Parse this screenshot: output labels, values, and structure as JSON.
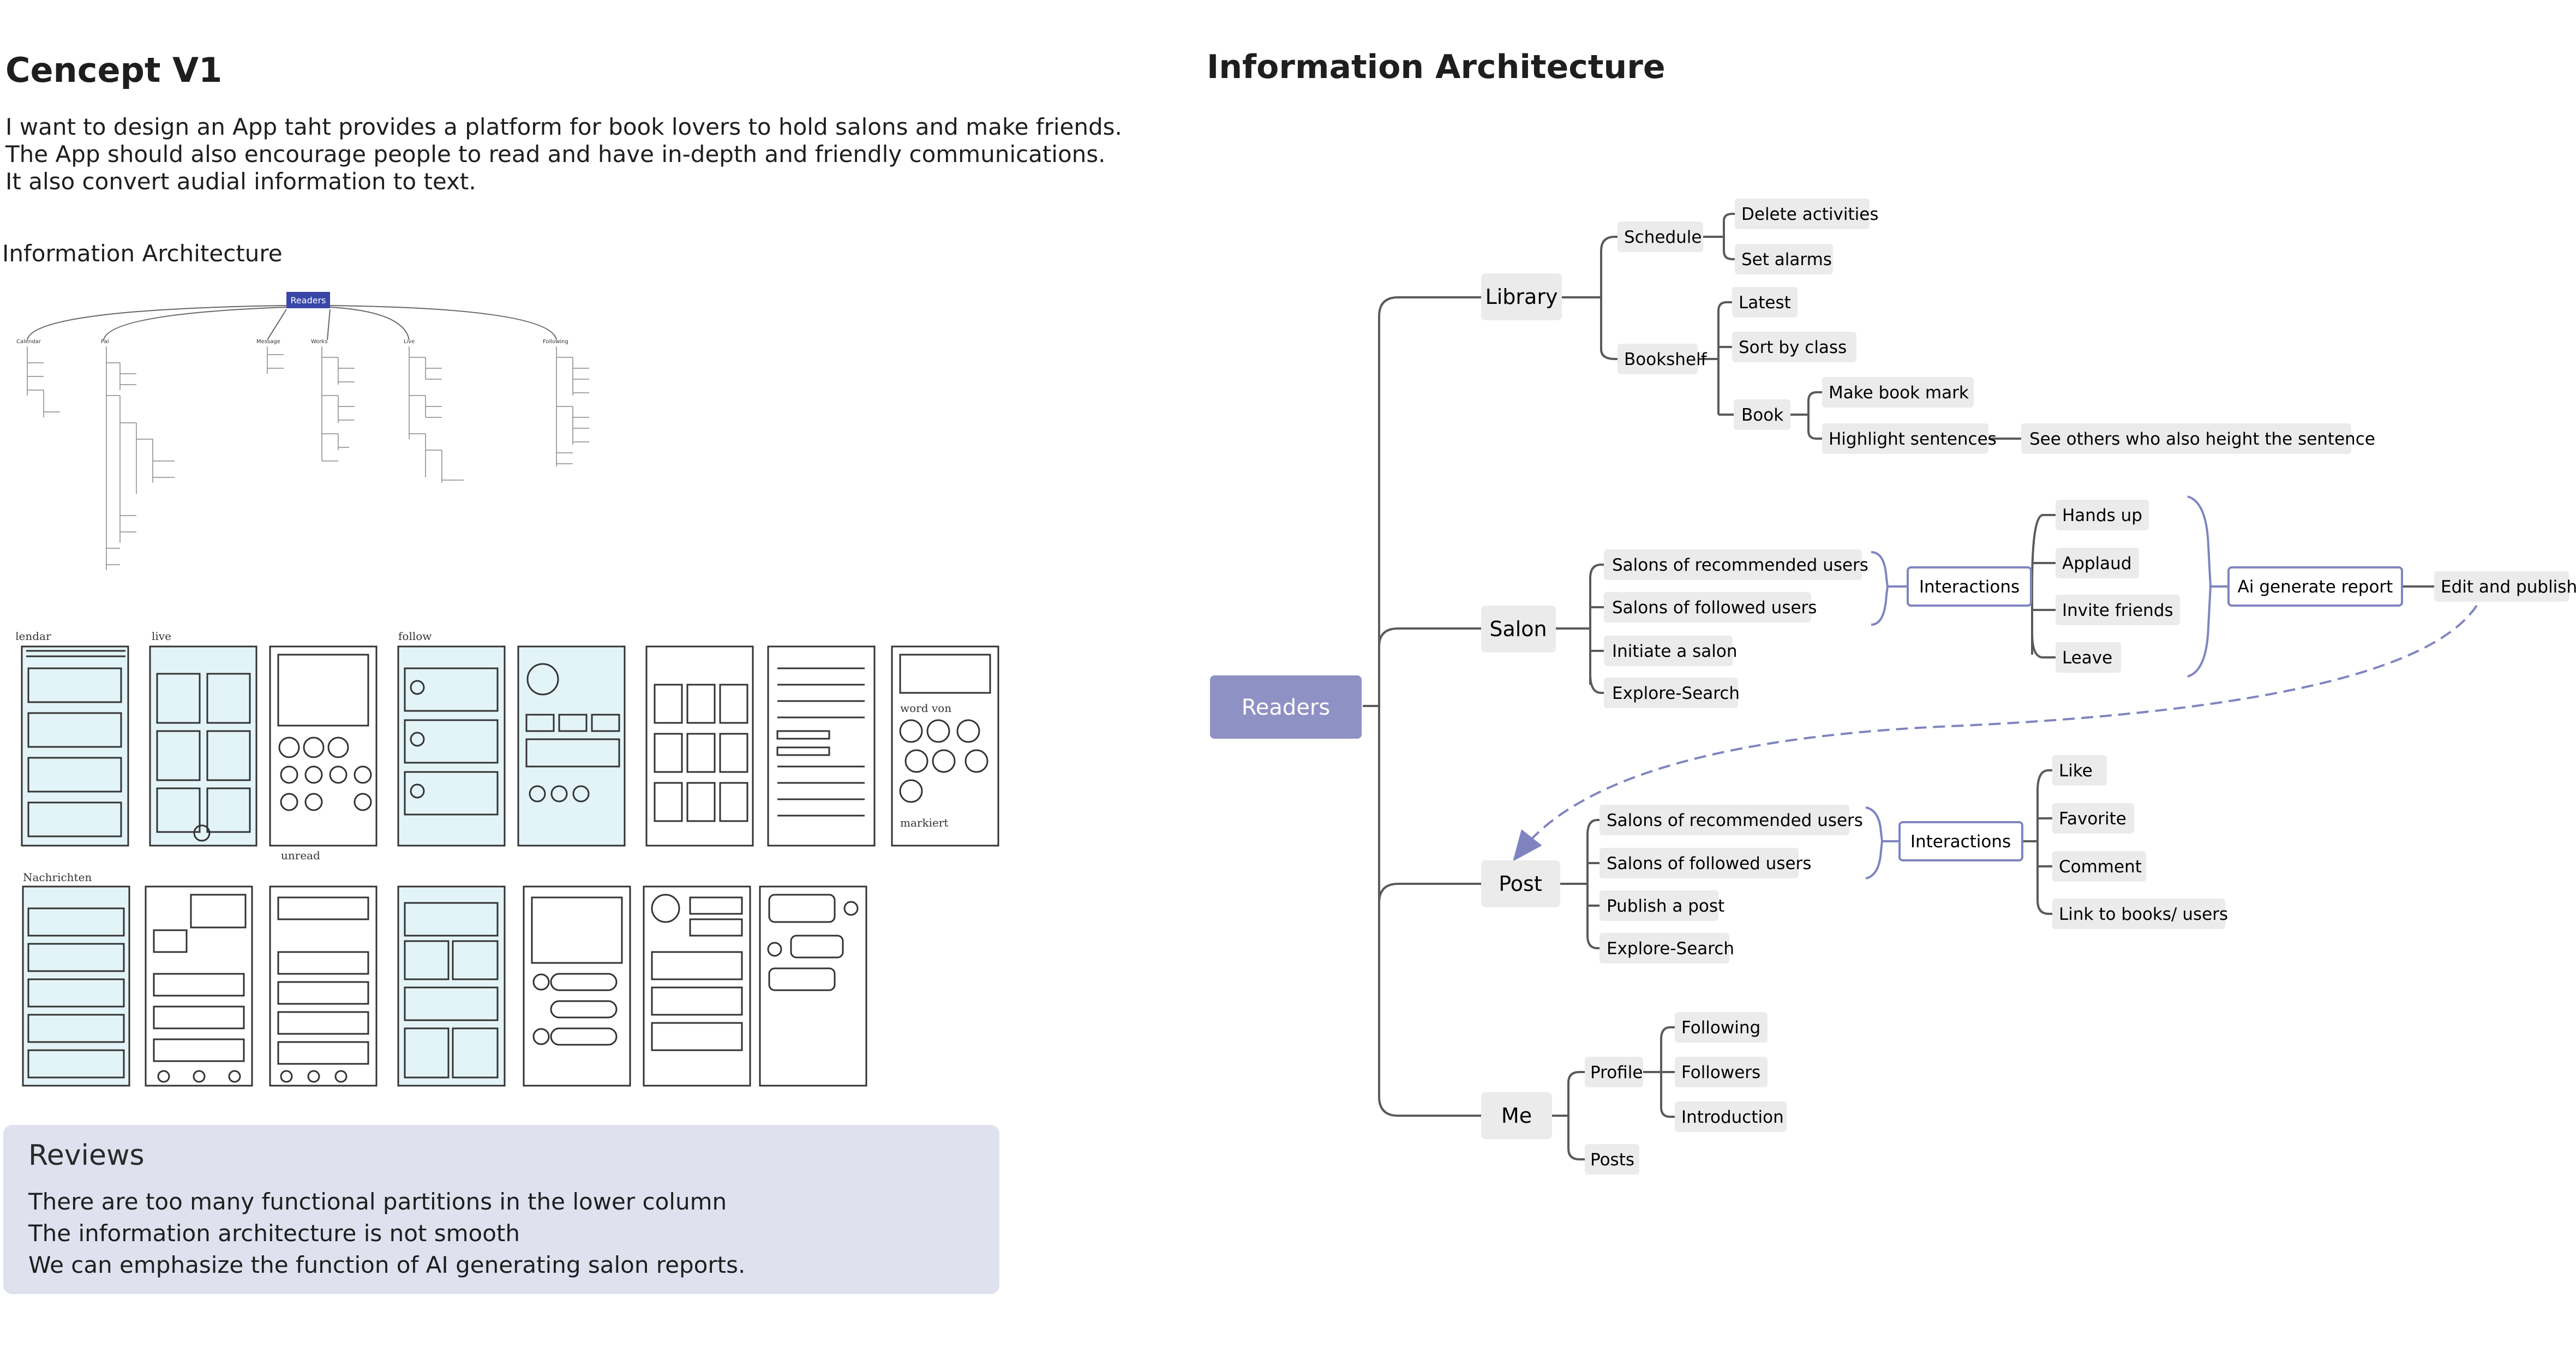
{
  "concept": {
    "title": "Cencept V1",
    "description": [
      "I want to design an App taht provides a platform for book lovers to hold salons and make friends.",
      "The App should also encourage people to read and have in-depth and friendly communications.",
      "It also convert audial information to text."
    ],
    "ia_small_title": "Information Architecture",
    "mini_ia_root": "Readers",
    "mini_ia_branches": [
      "Calendar",
      "Pal",
      "Message",
      "Works",
      "Live",
      "Following"
    ],
    "sketch_labels": [
      "calendar",
      "live",
      "follow",
      "word von",
      "markiert",
      "unread",
      "Nachrichten"
    ]
  },
  "reviews": {
    "title": "Reviews",
    "lines": [
      "There are too many functional partitions in the lower column",
      "The information architecture is not smooth",
      "We can emphasize the function of AI generating salon reports."
    ]
  },
  "ia": {
    "title": "Information Architecture",
    "root": "Readers",
    "library": {
      "label": "Library",
      "schedule": "Schedule",
      "delete_activities": "Delete activities",
      "set_alarms": "Set alarms",
      "bookshelf": "Bookshelf",
      "latest": "Latest",
      "sort_by_class": "Sort by class",
      "book": "Book",
      "make_book_mark": "Make book mark",
      "highlight_sentences": "Highlight sentences",
      "see_others": "See others who also height the sentence"
    },
    "salon": {
      "label": "Salon",
      "items": [
        "Salons of recommended users",
        "Salons of followed users",
        "Initiate a salon",
        "Explore-Search"
      ],
      "interactions": "Interactions",
      "interaction_items": [
        "Hands up",
        "Applaud",
        "Invite friends",
        "Leave"
      ],
      "ai_report": "Ai generate report",
      "edit_publish": "Edit and publish"
    },
    "post": {
      "label": "Post",
      "items": [
        "Salons of recommended users",
        "Salons of followed users",
        "Publish a post",
        "Explore-Search"
      ],
      "interactions": "Interactions",
      "interaction_items": [
        "Like",
        "Favorite",
        "Comment",
        "Link to books/ users"
      ]
    },
    "me": {
      "label": "Me",
      "profile": "Profile",
      "profile_items": [
        "Following",
        "Followers",
        "Introduction"
      ],
      "posts": "Posts"
    }
  },
  "colors": {
    "root_fill": "#8e91c4",
    "node_fill": "#ebebeb",
    "outline_node": "#7f84c0",
    "review_bg": "#e0e1ef",
    "line": "#555555",
    "sketch_fill": "#e3f4f8"
  }
}
